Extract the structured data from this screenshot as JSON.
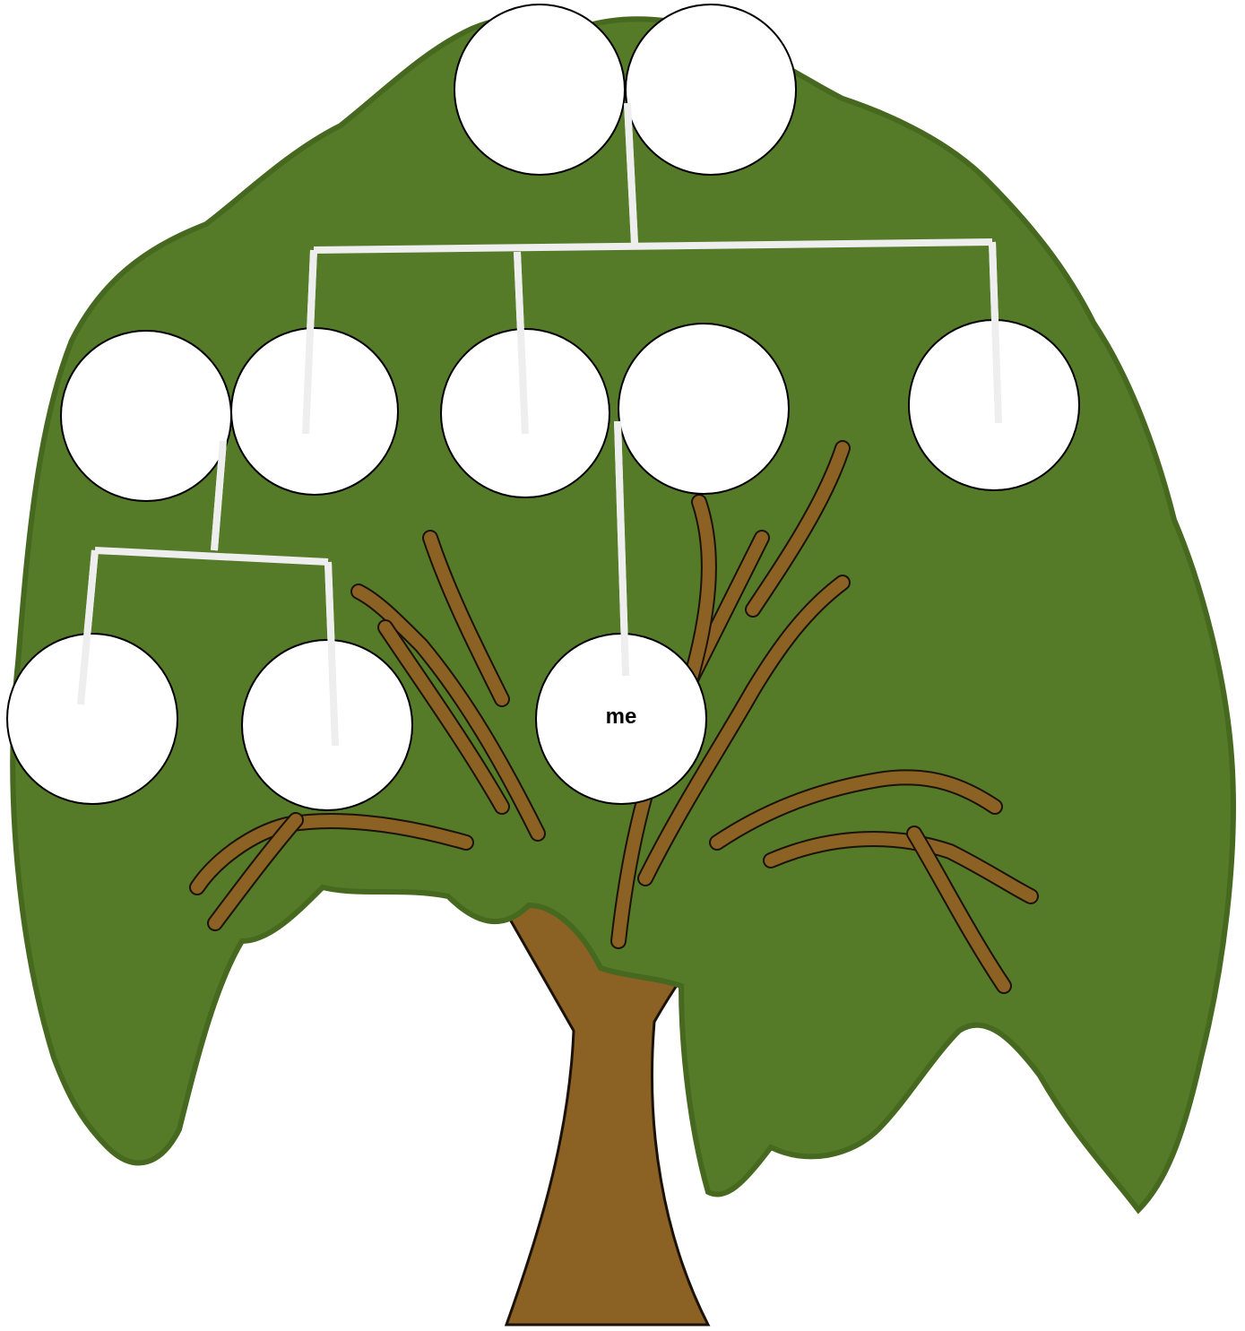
{
  "colors": {
    "foliage": "#557a28",
    "foliage_dark": "#46691f",
    "trunk": "#8b6124",
    "outline": "#1a1208",
    "background": "#ffffff",
    "connector": "#eeeeee",
    "node_fill": "#ffffff",
    "node_stroke": "#000000"
  },
  "tree": {
    "nodes": [
      {
        "id": "grandparent-1",
        "generation": 1,
        "label": ""
      },
      {
        "id": "grandparent-2",
        "generation": 1,
        "label": ""
      },
      {
        "id": "uncle-1-spouse",
        "generation": 2,
        "label": ""
      },
      {
        "id": "uncle-1",
        "generation": 2,
        "label": ""
      },
      {
        "id": "parent-sibling",
        "generation": 2,
        "label": ""
      },
      {
        "id": "parent",
        "generation": 2,
        "label": ""
      },
      {
        "id": "aunt",
        "generation": 2,
        "label": ""
      },
      {
        "id": "cousin-1",
        "generation": 3,
        "label": ""
      },
      {
        "id": "cousin-2",
        "generation": 3,
        "label": ""
      },
      {
        "id": "me",
        "generation": 3,
        "label": "me"
      }
    ],
    "connections": [
      {
        "from": "grandparents",
        "to": [
          "uncle-1",
          "parent-sibling",
          "aunt"
        ]
      },
      {
        "from": "uncle-1-couple",
        "to": [
          "cousin-1",
          "cousin-2"
        ]
      },
      {
        "from": "parent",
        "to": [
          "me"
        ]
      }
    ]
  }
}
